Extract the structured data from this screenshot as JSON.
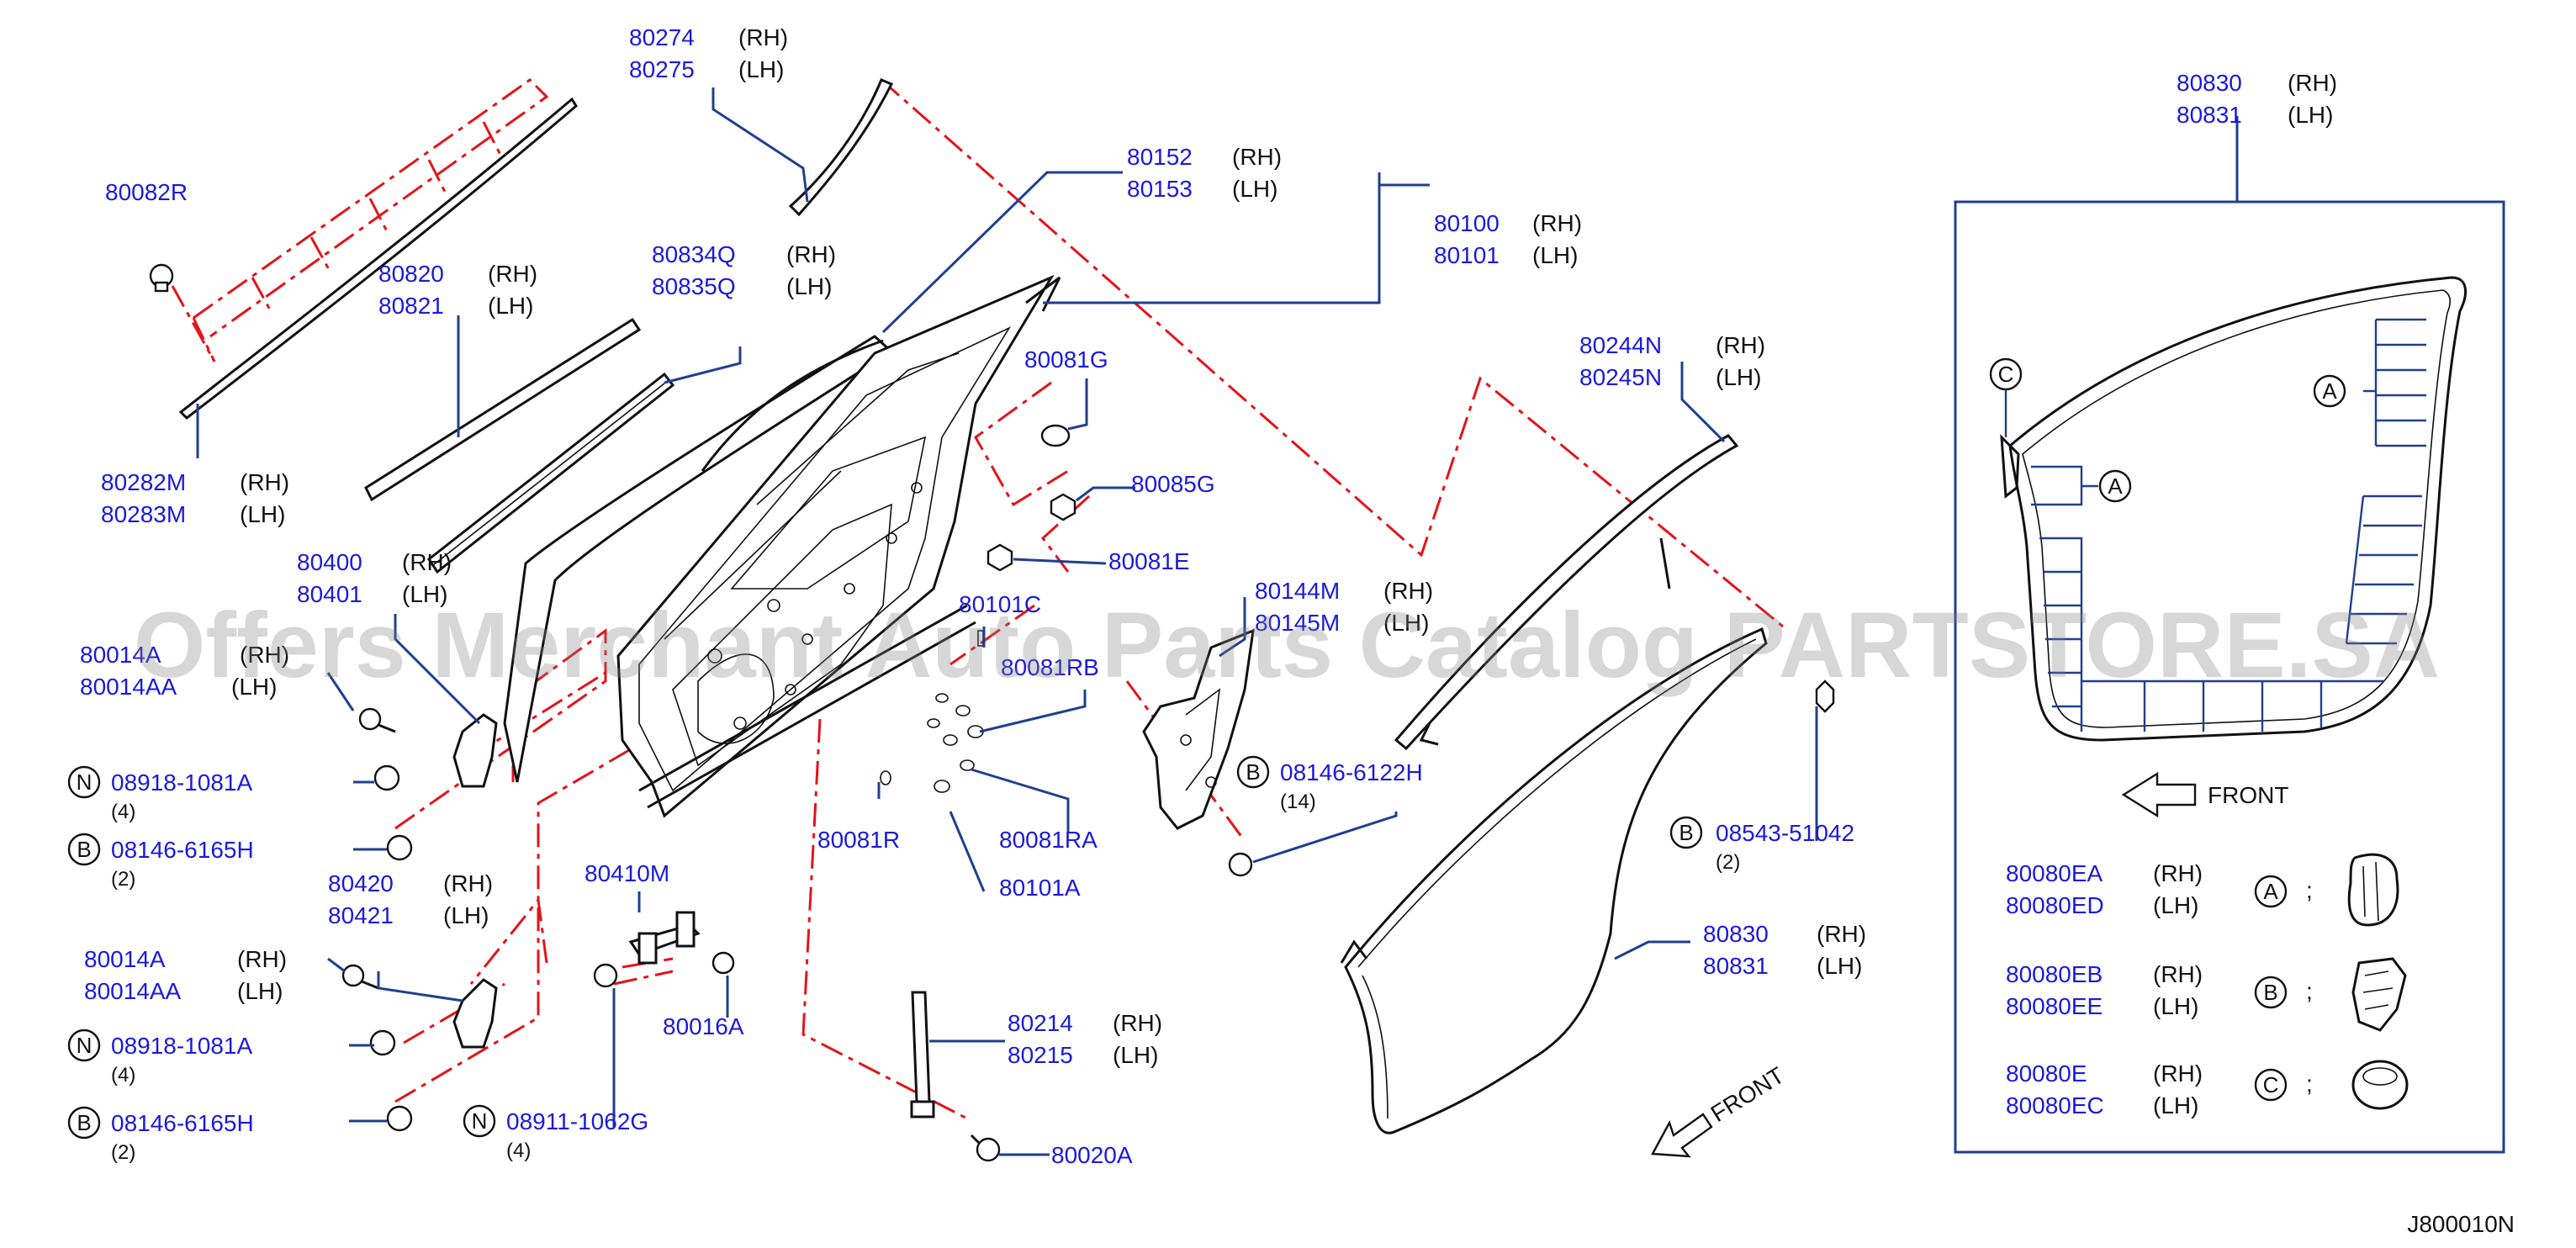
{
  "diagram_code": "J800010N",
  "watermark": "Offers Merchant Auto Parts Catalog PARTSTORE.SA",
  "front_label": "FRONT",
  "colors": {
    "part_number": "#1a1adc",
    "leader": "#1f3f8f",
    "phantom_line": "#e3141b",
    "line_art": "#111111"
  },
  "callouts": [
    {
      "id": "c80274",
      "lines": [
        {
          "pn": "80274",
          "side": "(RH)"
        },
        {
          "pn": "80275",
          "side": "(LH)"
        }
      ]
    },
    {
      "id": "c80082R",
      "lines": [
        {
          "pn": "80082R",
          "side": ""
        }
      ]
    },
    {
      "id": "c80820",
      "lines": [
        {
          "pn": "80820",
          "side": "(RH)"
        },
        {
          "pn": "80821",
          "side": "(LH)"
        }
      ]
    },
    {
      "id": "c80834Q",
      "lines": [
        {
          "pn": "80834Q",
          "side": "(RH)"
        },
        {
          "pn": "80835Q",
          "side": "(LH)"
        }
      ]
    },
    {
      "id": "c80152",
      "lines": [
        {
          "pn": "80152",
          "side": "(RH)"
        },
        {
          "pn": "80153",
          "side": "(LH)"
        }
      ]
    },
    {
      "id": "c80100",
      "lines": [
        {
          "pn": "80100",
          "side": "(RH)"
        },
        {
          "pn": "80101",
          "side": "(LH)"
        }
      ]
    },
    {
      "id": "c80282M",
      "lines": [
        {
          "pn": "80282M",
          "side": "(RH)"
        },
        {
          "pn": "80283M",
          "side": "(LH)"
        }
      ]
    },
    {
      "id": "c80081G",
      "lines": [
        {
          "pn": "80081G",
          "side": ""
        }
      ]
    },
    {
      "id": "c80085G",
      "lines": [
        {
          "pn": "80085G",
          "side": ""
        }
      ]
    },
    {
      "id": "c80081E",
      "lines": [
        {
          "pn": "80081E",
          "side": ""
        }
      ]
    },
    {
      "id": "c80400",
      "lines": [
        {
          "pn": "80400",
          "side": "(RH)"
        },
        {
          "pn": "80401",
          "side": "(LH)"
        }
      ]
    },
    {
      "id": "c80014A_top",
      "lines": [
        {
          "pn": "80014A",
          "side": "(RH)"
        },
        {
          "pn": "80014AA",
          "side": "(LH)"
        }
      ]
    },
    {
      "id": "c80101C",
      "lines": [
        {
          "pn": "80101C",
          "side": ""
        }
      ]
    },
    {
      "id": "c80081RB",
      "lines": [
        {
          "pn": "80081RB",
          "side": ""
        }
      ]
    },
    {
      "id": "c80144M",
      "lines": [
        {
          "pn": "80144M",
          "side": "(RH)"
        },
        {
          "pn": "80145M",
          "side": "(LH)"
        }
      ]
    },
    {
      "id": "c80244N",
      "lines": [
        {
          "pn": "80244N",
          "side": "(RH)"
        },
        {
          "pn": "80245N",
          "side": "(LH)"
        }
      ]
    },
    {
      "id": "c80081R",
      "lines": [
        {
          "pn": "80081R",
          "side": ""
        }
      ]
    },
    {
      "id": "c80081RA",
      "lines": [
        {
          "pn": "80081RA",
          "side": ""
        }
      ]
    },
    {
      "id": "c80101A",
      "lines": [
        {
          "pn": "80101A",
          "side": ""
        }
      ]
    },
    {
      "id": "c80420",
      "lines": [
        {
          "pn": "80420",
          "side": "(RH)"
        },
        {
          "pn": "80421",
          "side": "(LH)"
        }
      ]
    },
    {
      "id": "c80410M",
      "lines": [
        {
          "pn": "80410M",
          "side": ""
        }
      ]
    },
    {
      "id": "c80016A",
      "lines": [
        {
          "pn": "80016A",
          "side": ""
        }
      ]
    },
    {
      "id": "c80014A_bot",
      "lines": [
        {
          "pn": "80014A",
          "side": "(RH)"
        },
        {
          "pn": "80014AA",
          "side": "(LH)"
        }
      ]
    },
    {
      "id": "c80214",
      "lines": [
        {
          "pn": "80214",
          "side": "(RH)"
        },
        {
          "pn": "80215",
          "side": "(LH)"
        }
      ]
    },
    {
      "id": "c80020A",
      "lines": [
        {
          "pn": "80020A",
          "side": ""
        }
      ]
    },
    {
      "id": "c80830_main",
      "lines": [
        {
          "pn": "80830",
          "side": "(RH)"
        },
        {
          "pn": "80831",
          "side": "(LH)"
        }
      ]
    },
    {
      "id": "c80830_box",
      "lines": [
        {
          "pn": "80830",
          "side": "(RH)"
        },
        {
          "pn": "80831",
          "side": "(LH)"
        }
      ]
    }
  ],
  "fasteners": [
    {
      "id": "f1",
      "symbol": "N",
      "pn": "08918-1081A",
      "qty": "(4)"
    },
    {
      "id": "f2",
      "symbol": "B",
      "pn": "08146-6165H",
      "qty": "(2)"
    },
    {
      "id": "f3",
      "symbol": "N",
      "pn": "08918-1081A",
      "qty": "(4)"
    },
    {
      "id": "f4",
      "symbol": "B",
      "pn": "08146-6165H",
      "qty": "(2)"
    },
    {
      "id": "f5",
      "symbol": "N",
      "pn": "08911-1062G",
      "qty": "(4)"
    },
    {
      "id": "f6",
      "symbol": "B",
      "pn": "08146-6122H",
      "qty": "(14)"
    },
    {
      "id": "f7",
      "symbol": "B",
      "pn": "08543-51042",
      "qty": "(2)"
    }
  ],
  "legend": [
    {
      "key": "A",
      "rh": "80080EA",
      "lh": "80080ED",
      "rh_side": "(RH)",
      "lh_side": "(LH)"
    },
    {
      "key": "B",
      "rh": "80080EB",
      "lh": "80080EE",
      "rh_side": "(RH)",
      "lh_side": "(LH)"
    },
    {
      "key": "C",
      "rh": "80080E",
      "lh": "80080EC",
      "rh_side": "(RH)",
      "lh_side": "(LH)"
    }
  ],
  "detail_markers": {
    "c": "C",
    "a1": "A",
    "a2": "A"
  },
  "legend_sep": ";"
}
